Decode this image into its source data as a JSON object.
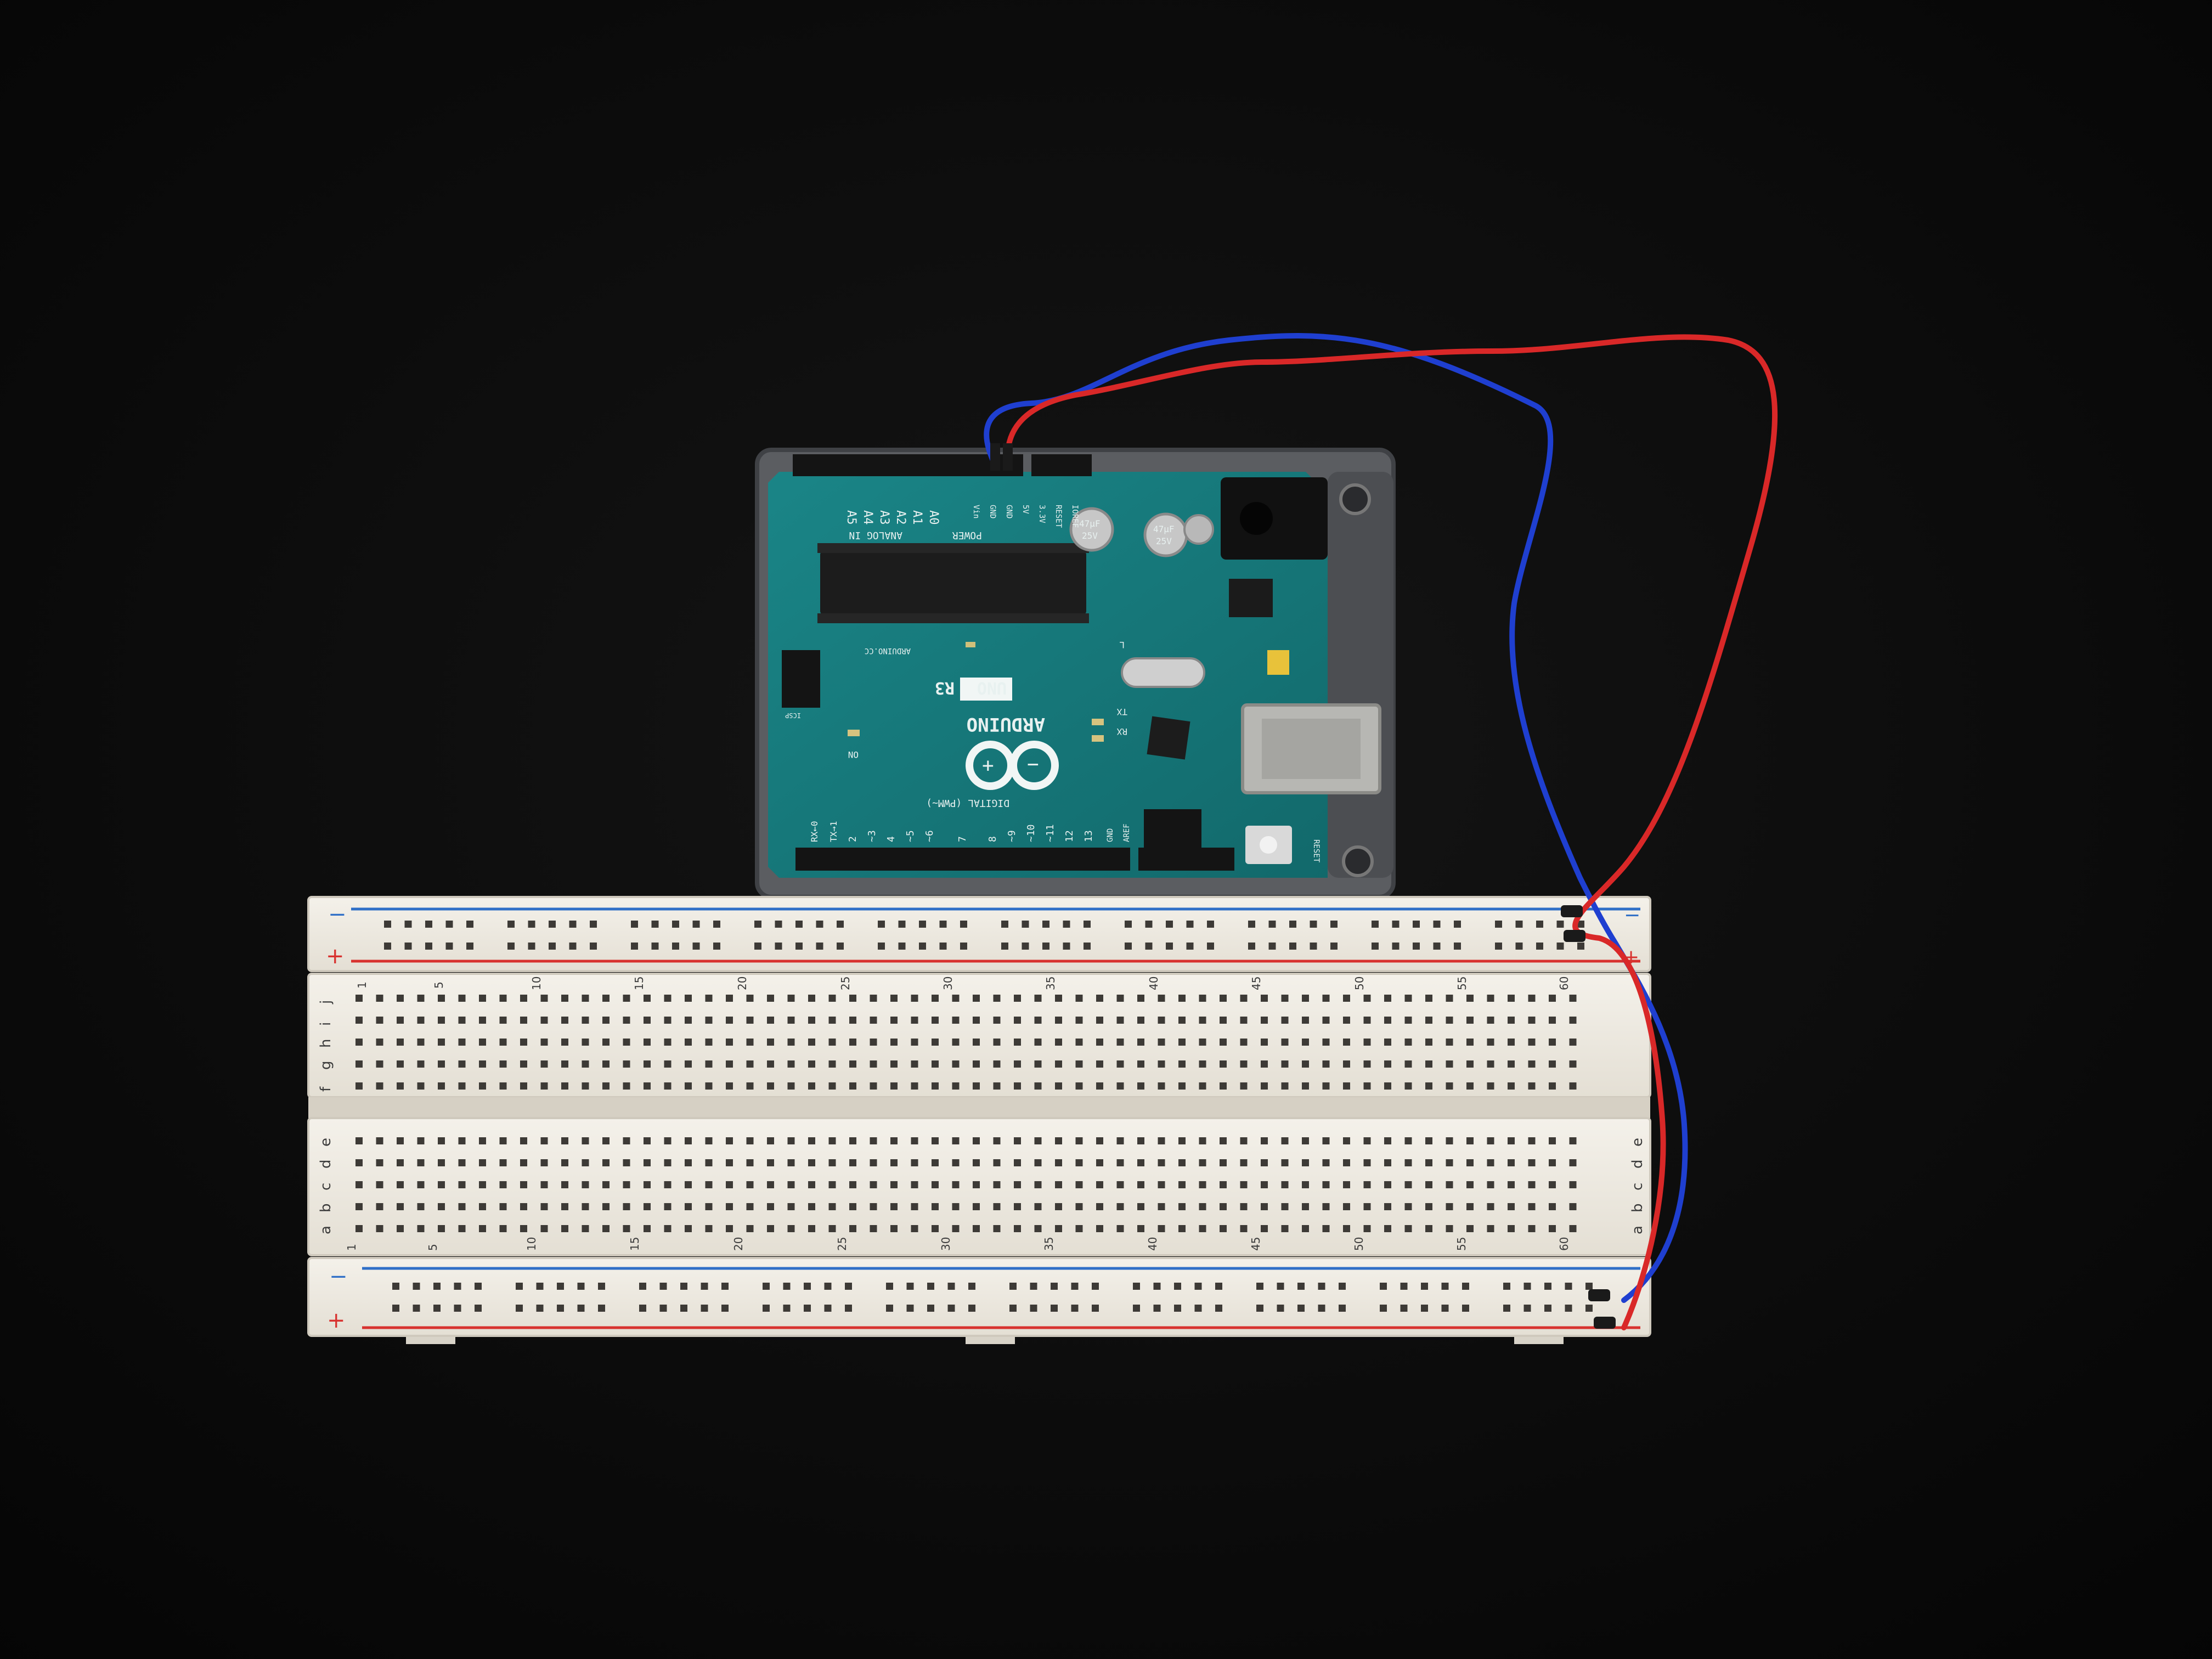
{
  "colors": {
    "background": "#0a0a0a",
    "pcb": "#177a7c",
    "pcb_dark": "#0f5f61",
    "case": "#5b5d61",
    "breadboard": "#efebe2",
    "rail_red": "#d8322f",
    "rail_blue": "#2f6fc7",
    "wire_red": "#d92828",
    "wire_blue": "#1f3fd0",
    "hole": "#3d3a36"
  },
  "arduino": {
    "brand": "ARDUINO",
    "model_left": "UNO",
    "model_right": "R3",
    "website": "ARDUINO.CC",
    "section_power": "POWER",
    "section_analog": "ANALOG IN",
    "section_digital": "DIGITAL (PWM~)",
    "reset_label": "RESET",
    "icsp_label": "ICSP",
    "on_label": "ON",
    "tx_label": "TX",
    "rx_label": "RX",
    "l_label": "L",
    "power_pins": [
      "IOREF",
      "RESET",
      "3.3V",
      "5V",
      "GND",
      "GND",
      "Vin"
    ],
    "analog_pins": [
      "A0",
      "A1",
      "A2",
      "A3",
      "A4",
      "A5"
    ],
    "digital_pins": [
      "AREF",
      "GND",
      "13",
      "12",
      "~11",
      "~10",
      "~9",
      "8",
      "7",
      "~6",
      "~5",
      "4",
      "~3",
      "2",
      "TX→1",
      "RX←0"
    ],
    "capacitor_text": [
      "47µF",
      "25V"
    ]
  },
  "breadboard": {
    "rail_minus": "−",
    "rail_plus": "+",
    "row_letters_top": [
      "j",
      "i",
      "h",
      "g",
      "f"
    ],
    "row_letters_bottom": [
      "e",
      "d",
      "c",
      "b",
      "a"
    ],
    "column_numbers": [
      "1",
      "5",
      "10",
      "15",
      "20",
      "25",
      "30",
      "35",
      "40",
      "45",
      "50",
      "55",
      "60"
    ]
  }
}
